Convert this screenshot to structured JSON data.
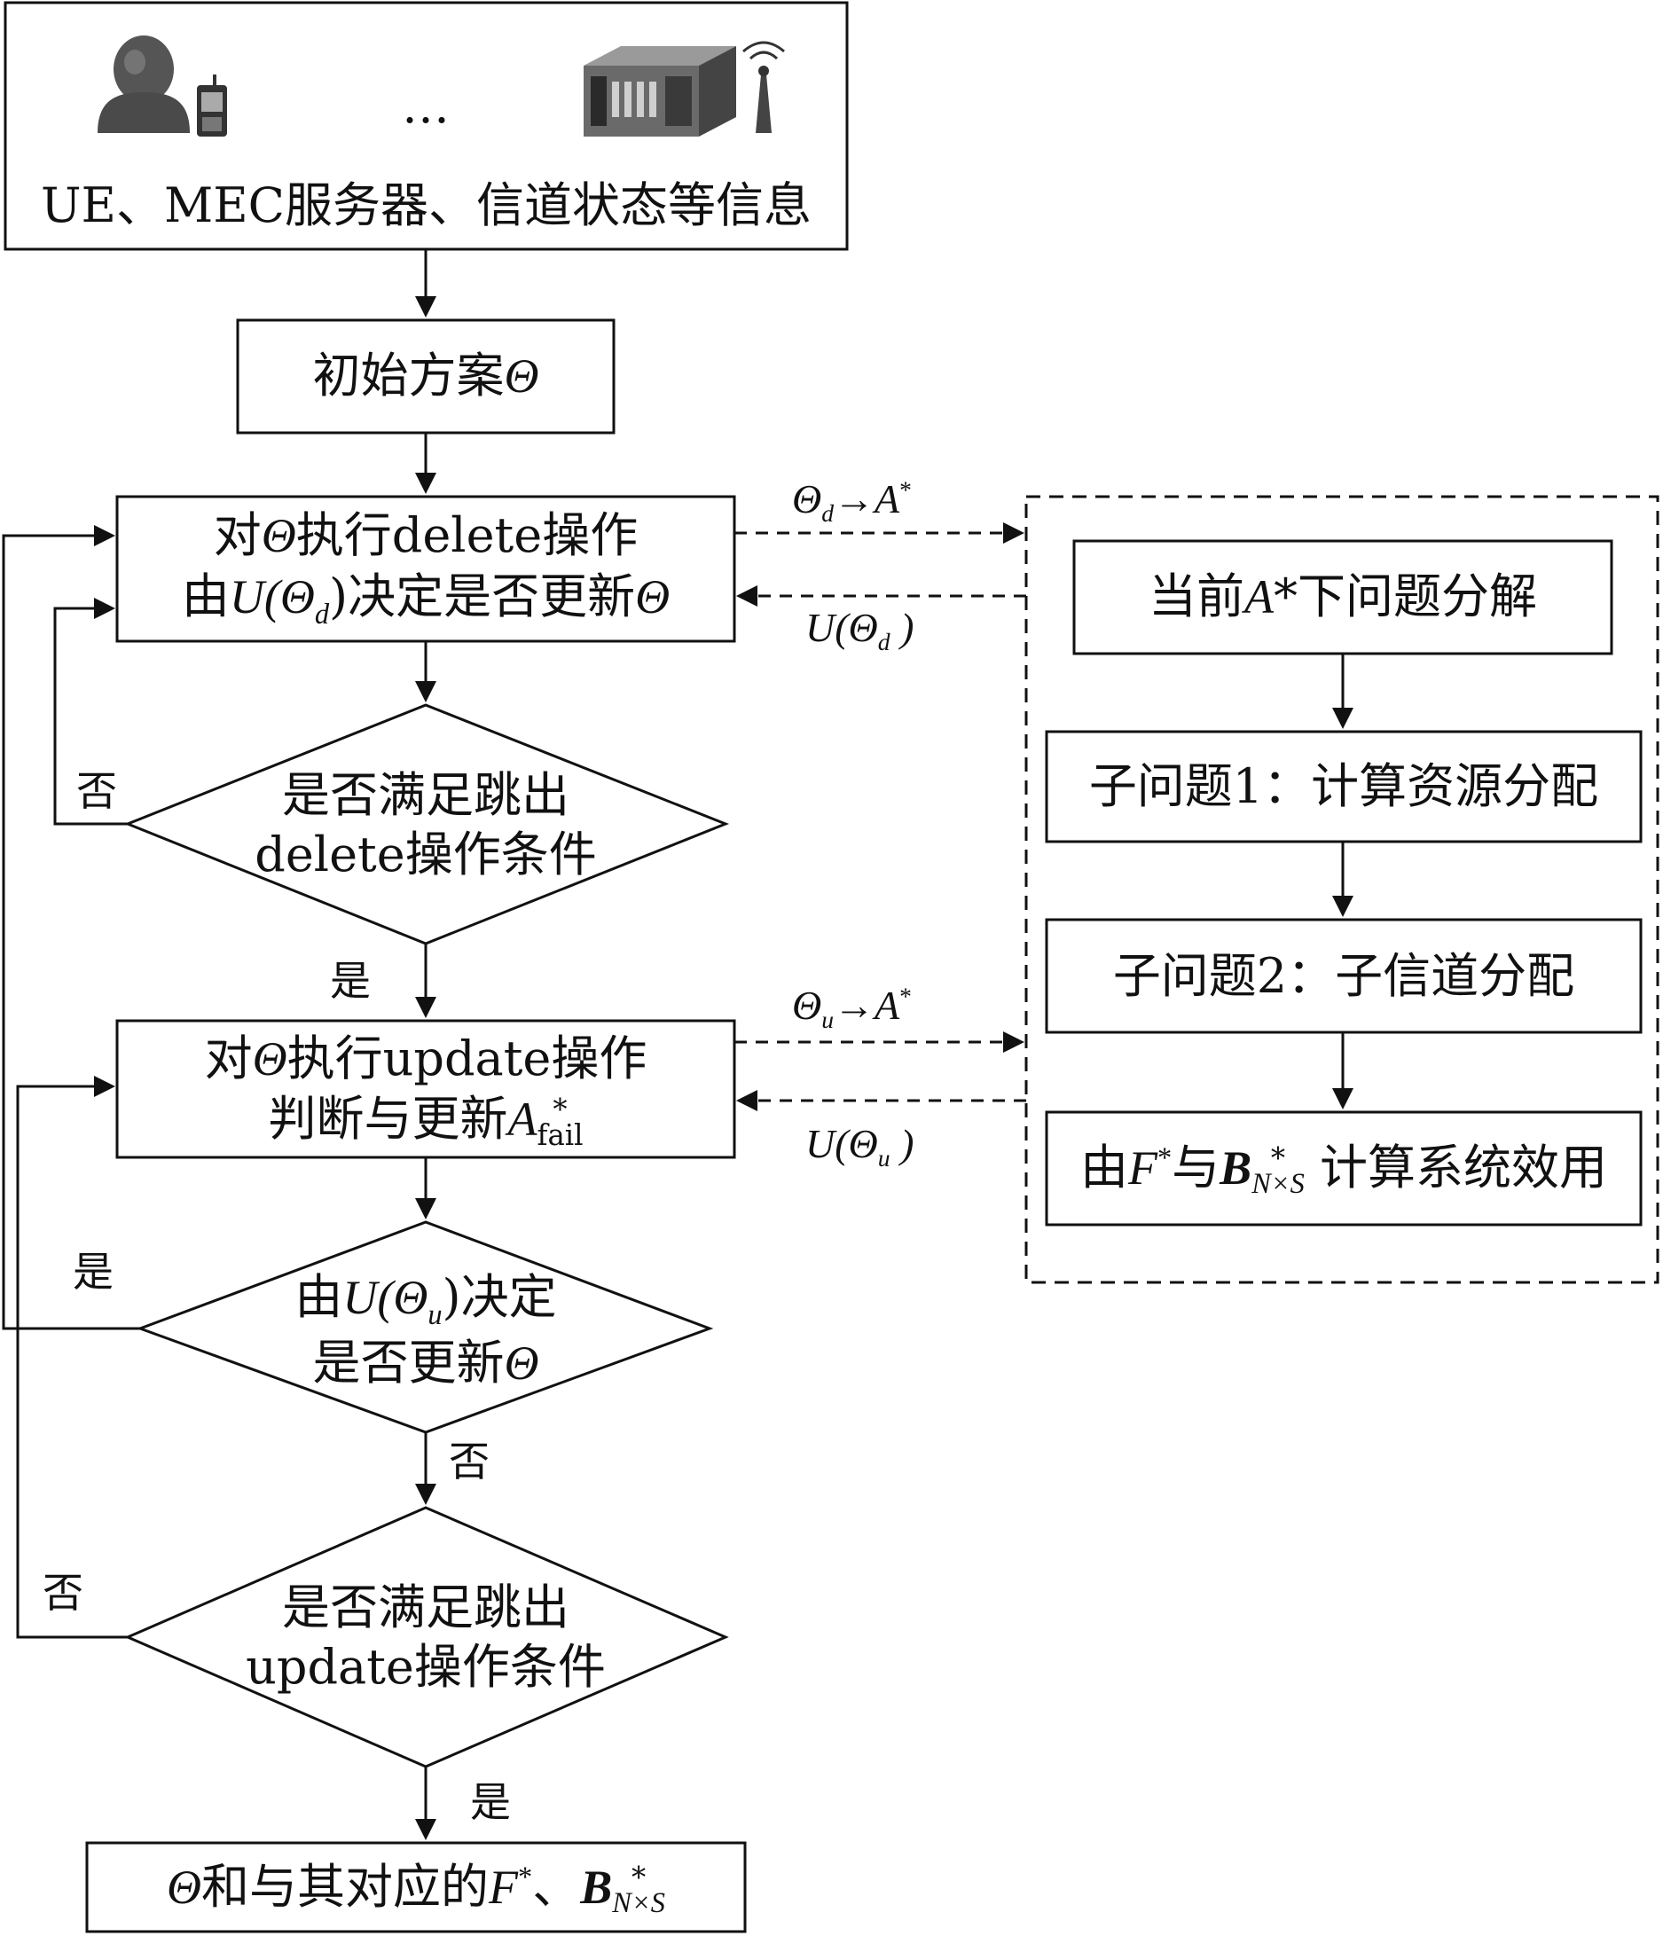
{
  "top": {
    "caption": "UE、MEC服务器、信道状态等信息",
    "ellipsis": "…"
  },
  "initial": {
    "text": "初始方案",
    "sym": "Θ"
  },
  "del_op": {
    "l1a": "对",
    "l1sym": "Θ",
    "l1b": "执行delete操作",
    "l2a": "由",
    "l2u": "U",
    "l2p1": "(Θ",
    "l2sub": "d",
    "l2p2": ")",
    "l2b": "决定是否更新",
    "l2sym": "Θ"
  },
  "del_cond": {
    "l1": "是否满足跳出",
    "l2": "delete操作条件"
  },
  "upd_op": {
    "l1a": "对",
    "l1sym": "Θ",
    "l1b": "执行update操作",
    "l2a": "判断与更新",
    "l2A": "A",
    "l2sup": "*",
    "l2sub": "fail"
  },
  "upd_decide": {
    "l1a": "由",
    "l1u": "U",
    "l1p1": "(Θ",
    "l1sub": "u",
    "l1p2": ")",
    "l1b": "决定",
    "l2a": "是否更新",
    "l2sym": "Θ"
  },
  "upd_cond": {
    "l1": "是否满足跳出",
    "l2": "update操作条件"
  },
  "final": {
    "sym": "Θ",
    "t1": "和与其对应的",
    "F": "F",
    "star1": "*",
    "sep": "、",
    "B": "B",
    "star2": "*",
    "bsub": "N×S"
  },
  "right": {
    "r1a": "当前",
    "r1A": "A",
    "r1star": "*",
    "r1b": "下问题分解",
    "r2": "子问题1：计算资源分配",
    "r3": "子问题2：子信道分配",
    "r4a": "由",
    "r4F": "F",
    "r4s1": "*",
    "r4b": "与",
    "r4B": "B",
    "r4s2": "*",
    "r4sub": "N×S",
    "r4c": " 计算系统效用"
  },
  "edges": {
    "td_a": "Θ",
    "td_sub": "d",
    "td_b": "→A",
    "td_star": "*",
    "ud_a": "U(Θ",
    "ud_sub": "d",
    "ud_b": " )",
    "tu_a": "Θ",
    "tu_sub": "u",
    "tu_b": "→A",
    "tu_star": "*",
    "uu_a": "U(Θ",
    "uu_sub": "u",
    "uu_b": " )",
    "no1": "否",
    "yes1": "是",
    "yes2": "是",
    "no2": "否",
    "no3": "否",
    "yes3": "是"
  }
}
